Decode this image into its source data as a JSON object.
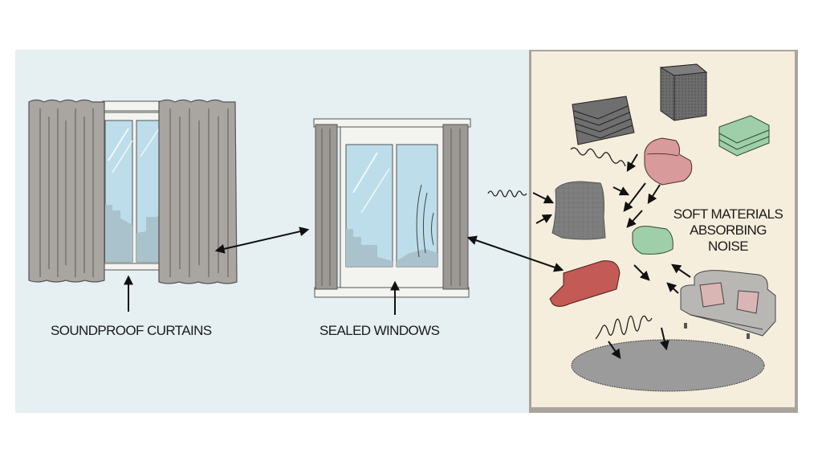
{
  "labels": {
    "soundproof_curtains": "SOUNDPROOF CURTAINS",
    "sealed_windows": "SEALED WINDOWS",
    "soft_materials": [
      "SOFT MATERIALS",
      "ABSORBING",
      "NOISE"
    ]
  },
  "colors": {
    "left_panel_bg": "#e6eff1",
    "right_panel_bg": "#f6eedc",
    "right_panel_border": "#aaa49d",
    "curtain_gray": "#a9a6a2",
    "glass_blue": "#bcdde9",
    "foam_dark": "#6f6f6f",
    "pink_cushion": "#d99a9c",
    "green_cushion": "#9fcfa9",
    "red_cushion": "#c45a55",
    "sofa_gray": "#b9b7b4",
    "rug_gray": "#9b9b9b"
  },
  "icons": [
    "acoustic-foam-panel-icon",
    "acoustic-cube-icon",
    "green-cushion-stack-icon",
    "pink-cushion-icon",
    "fabric-block-icon",
    "green-pillow-icon",
    "red-seat-cushion-icon",
    "sofa-icon",
    "rug-icon",
    "sound-wave-icon",
    "arrow-icon"
  ]
}
